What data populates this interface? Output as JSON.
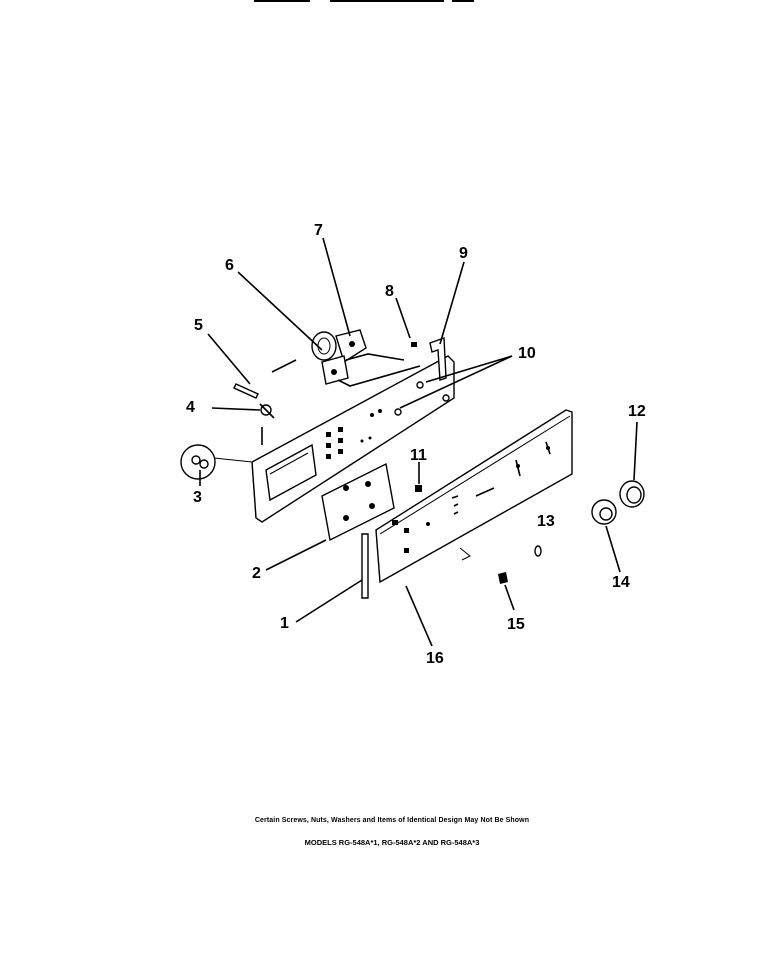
{
  "diagram": {
    "part_numbers": [
      "1",
      "2",
      "3",
      "4",
      "5",
      "6",
      "7",
      "8",
      "9",
      "10",
      "11",
      "12",
      "13",
      "14",
      "15",
      "16"
    ]
  },
  "footer": {
    "note": "Certain Screws, Nuts, Washers and Items of Identical Design May Not Be Shown",
    "models": "MODELS RG-548A*1, RG-548A*2 AND RG-548A*3"
  }
}
